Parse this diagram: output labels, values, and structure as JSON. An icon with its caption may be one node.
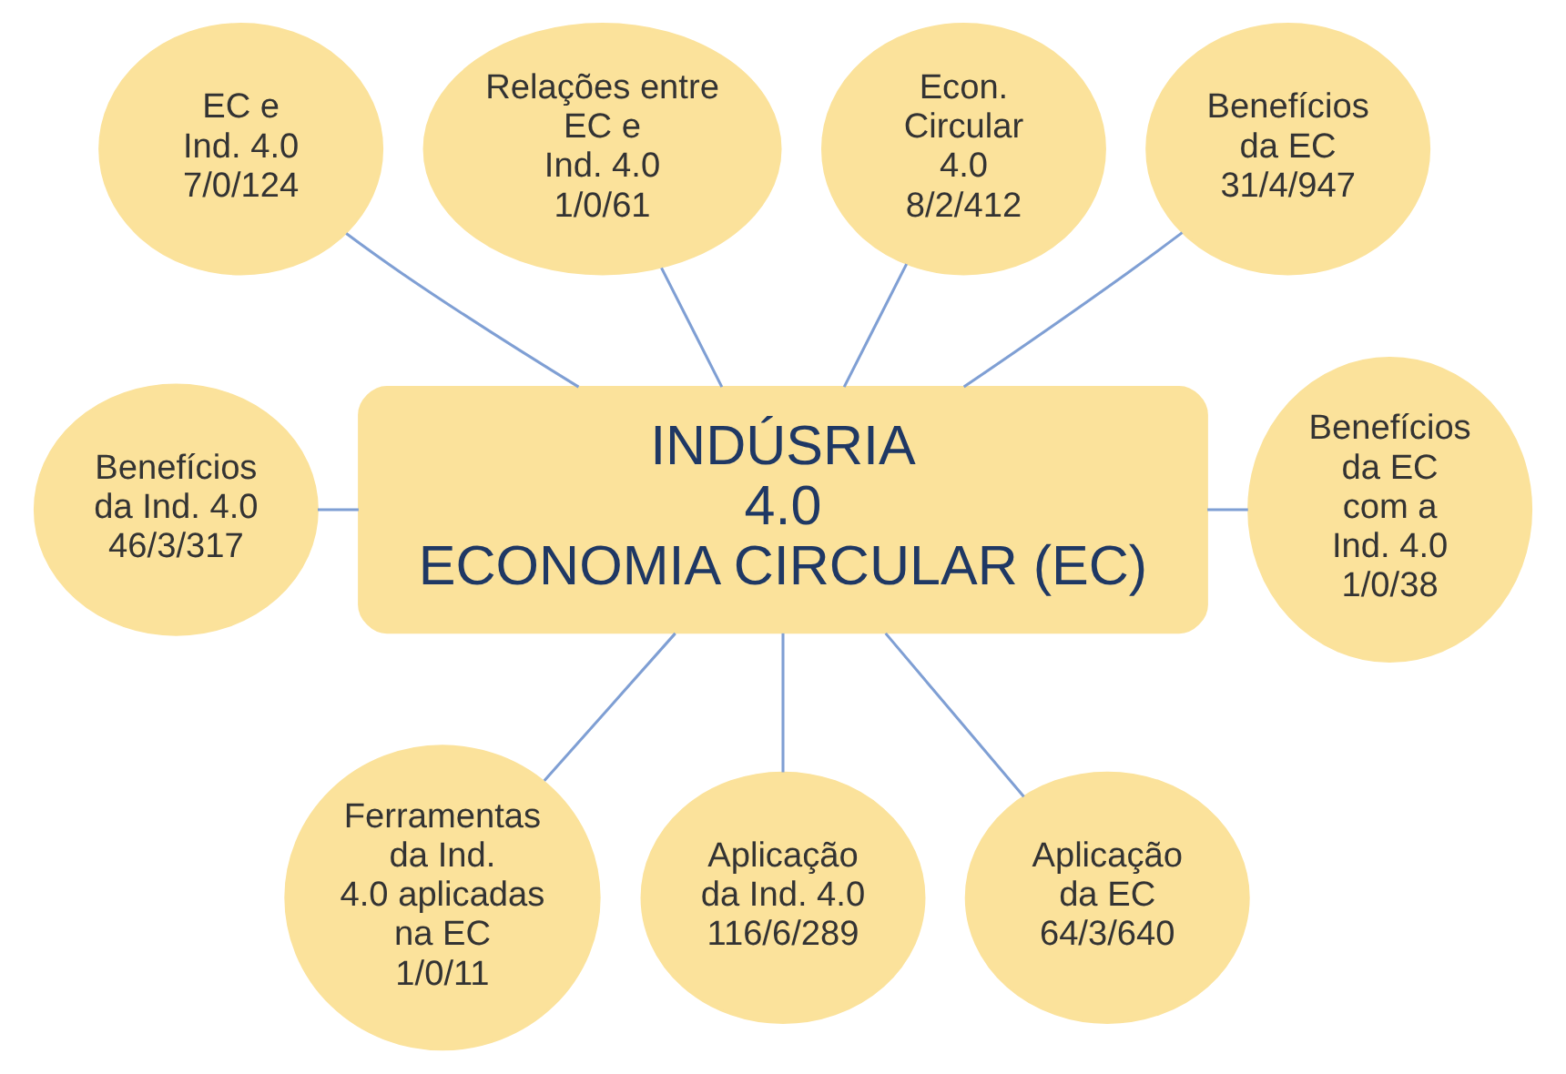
{
  "diagram": {
    "nodes": [
      {
        "text": [
          "EC e Ind. 4.0",
          "7/0/124"
        ]
      },
      {
        "text": [
          "Relações entre EC e Ind. 4.0",
          "1/0/61"
        ]
      },
      {
        "text": [
          "Econ. Circular 4.0",
          "8/2/412"
        ]
      },
      {
        "text": [
          "Benefícios da EC",
          "31/4/947"
        ]
      },
      {
        "text": [
          "Benefícios da Ind. 4.0",
          "46/3/317"
        ]
      },
      {
        "text": [
          "INDÚSRIA 4.0 ECONOMIA CIRCULAR (EC)"
        ]
      },
      {
        "text": [
          "Benefícios da EC com a Ind. 4.0",
          "1/0/38"
        ]
      },
      {
        "text": [
          "Ferramentas da Ind. 4.0 aplicadas na EC",
          "1/0/11"
        ]
      },
      {
        "text": [
          "Aplicação da Ind. 4.0",
          "116/6/289"
        ]
      },
      {
        "text": [
          "Aplicação da EC",
          "64/3/640"
        ]
      }
    ],
    "edges": [
      {
        "from": 0,
        "to": 5,
        "arrow": "none"
      },
      {
        "from": 1,
        "to": 5,
        "arrow": "none"
      },
      {
        "from": 2,
        "to": 5,
        "arrow": "none"
      },
      {
        "from": 3,
        "to": 5,
        "arrow": "none"
      },
      {
        "from": 4,
        "to": 5,
        "arrow": "none"
      },
      {
        "from": 5,
        "to": 6,
        "arrow": "none"
      },
      {
        "from": 5,
        "to": 7,
        "arrow": "none"
      },
      {
        "from": 5,
        "to": 8,
        "arrow": "none"
      },
      {
        "from": 5,
        "to": 9,
        "arrow": "none"
      }
    ]
  }
}
